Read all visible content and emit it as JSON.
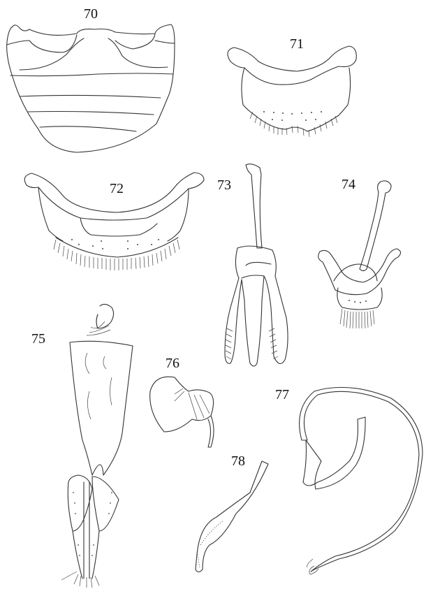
{
  "plate": {
    "type": "scientific illustration plate",
    "figures": [
      {
        "number": "70",
        "subject": "abdominal sternites, ventral view"
      },
      {
        "number": "71",
        "subject": "sternite with setose posterior margin"
      },
      {
        "number": "72",
        "subject": "sternite with dense setose posterior margin"
      },
      {
        "number": "73",
        "subject": "aedeagus / genital capsule"
      },
      {
        "number": "74",
        "subject": "genital segment with spiculum"
      },
      {
        "number": "75",
        "subject": "female genitalia with spermatheca"
      },
      {
        "number": "76",
        "subject": "spermatheca"
      },
      {
        "number": "77",
        "subject": "coiled sperm duct with spermatheca"
      },
      {
        "number": "78",
        "subject": "apical structure, stippled"
      }
    ]
  },
  "labels": {
    "f70": "70",
    "f71": "71",
    "f72": "72",
    "f73": "73",
    "f74": "74",
    "f75": "75",
    "f76": "76",
    "f77": "77",
    "f78": "78"
  }
}
